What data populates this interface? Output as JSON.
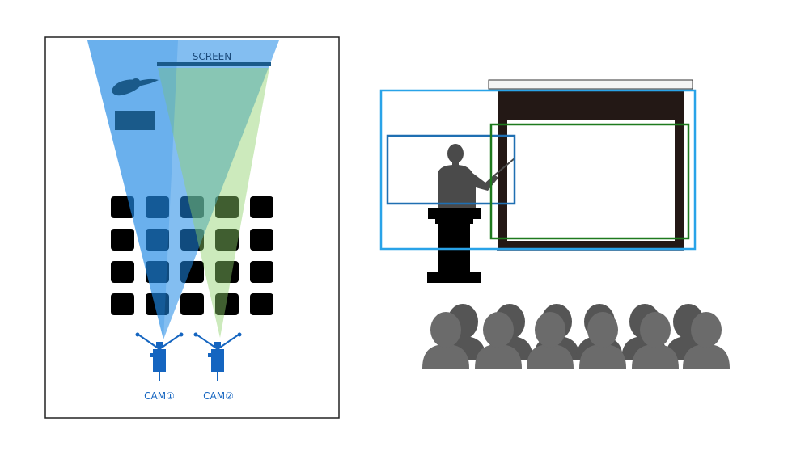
{
  "floor_plan": {
    "screen_label": "SCREEN",
    "cameras": [
      {
        "label": "CAM①",
        "cone_color": "#1e88e5"
      },
      {
        "label": "CAM②",
        "cone_color": "#9ed66f"
      }
    ],
    "seat_rows": 4,
    "seat_cols": 5
  },
  "colors": {
    "camera": "#1565c0",
    "screen_bar": "#1a5a8a",
    "seat": "#000000",
    "frame_wide": "#29a3e8",
    "frame_speaker": "#1f6fb2",
    "frame_screen": "#1e7a1e",
    "audience": "#6b6b6b",
    "silhouette": "#4a4a4a"
  },
  "stage_view": {
    "audience_count": 12,
    "frames": [
      "wide-shot",
      "speaker-close-up",
      "screen-shot"
    ]
  }
}
